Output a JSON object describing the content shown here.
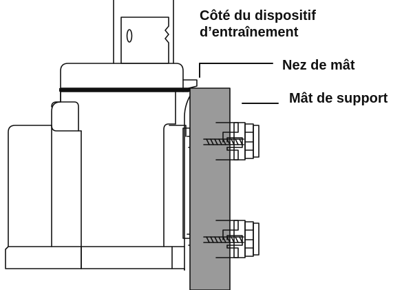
{
  "labels": {
    "drive_side": [
      "Côté du dispositif",
      "d’entraînement"
    ],
    "mast_nose": "Nez de mât",
    "support_mast": "Mât de support"
  },
  "colors": {
    "outline": "#111111",
    "mast_fill": "#9a9a9a",
    "background": "#ffffff"
  }
}
